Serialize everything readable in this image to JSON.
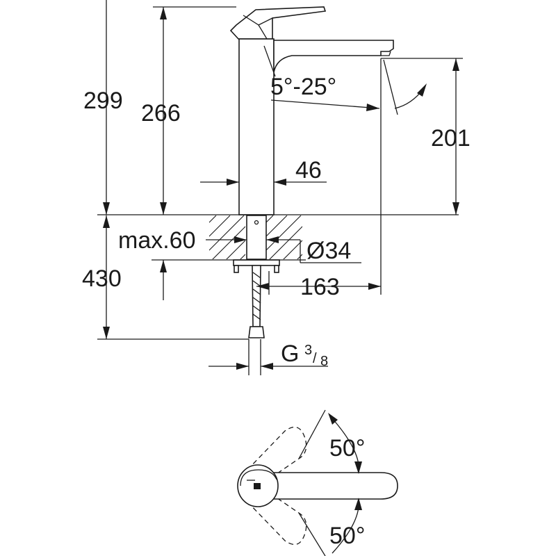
{
  "dimensions": {
    "total_height": "299",
    "body_height": "266",
    "spout_height": "201",
    "body_width": "46",
    "max_deck": "max.60",
    "hole_diameter": "Ø34",
    "under_deck": "430",
    "spout_reach": "163",
    "spout_angle": "5°-25°",
    "connection_prefix": "G",
    "connection_num": "3",
    "connection_den": "8",
    "lever_angle_up": "50°",
    "lever_angle_down": "50°"
  }
}
